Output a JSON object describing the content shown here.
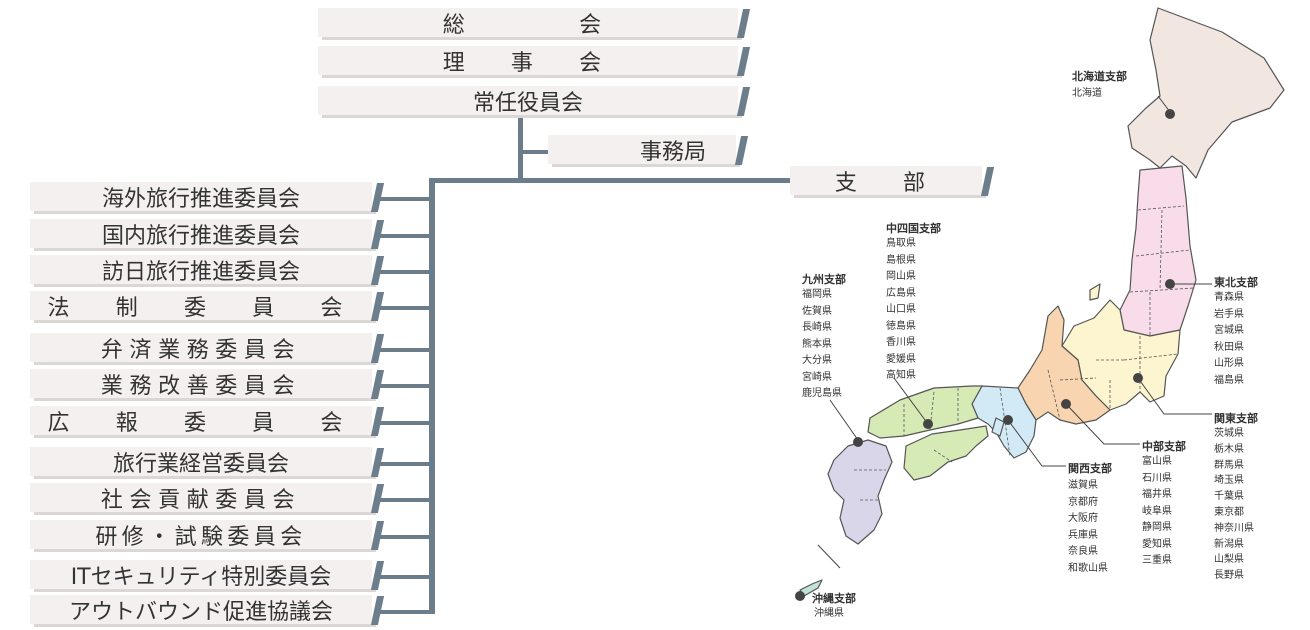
{
  "top_org": [
    {
      "label": "総　　　会"
    },
    {
      "label": "理　事　会"
    },
    {
      "label": "常任役員会"
    }
  ],
  "secretariat": {
    "label": "事務局"
  },
  "branch_header": {
    "label": "支　部"
  },
  "committees": [
    {
      "label": "海外旅行推進委員会"
    },
    {
      "label": "国内旅行推進委員会"
    },
    {
      "label": "訪日旅行推進委員会"
    },
    {
      "label": "法　制　委　員　会"
    },
    {
      "label": "弁済業務委員会"
    },
    {
      "label": "業務改善委員会"
    },
    {
      "label": "広　報　委　員　会"
    },
    {
      "label": "旅行業経営委員会"
    },
    {
      "label": "社会貢献委員会"
    },
    {
      "label": "研修・試験委員会"
    },
    {
      "label": "ITセキュリティ特別委員会"
    },
    {
      "label": "アウトバウンド促進協議会"
    }
  ],
  "branches": {
    "hokkaido": {
      "name": "北海道支部",
      "prefs": [
        "北海道"
      ]
    },
    "tohoku": {
      "name": "東北支部",
      "prefs": [
        "青森県",
        "岩手県",
        "宮城県",
        "秋田県",
        "山形県",
        "福島県"
      ]
    },
    "kanto": {
      "name": "関東支部",
      "prefs": [
        "茨城県",
        "栃木県",
        "群馬県",
        "埼玉県",
        "千葉県",
        "東京都",
        "神奈川県",
        "新潟県",
        "山梨県",
        "長野県"
      ]
    },
    "chubu": {
      "name": "中部支部",
      "prefs": [
        "富山県",
        "石川県",
        "福井県",
        "岐阜県",
        "静岡県",
        "愛知県",
        "三重県"
      ]
    },
    "kansai": {
      "name": "関西支部",
      "prefs": [
        "滋賀県",
        "京都府",
        "大阪府",
        "兵庫県",
        "奈良県",
        "和歌山県"
      ]
    },
    "chushikoku": {
      "name": "中四国支部",
      "prefs": [
        "鳥取県",
        "島根県",
        "岡山県",
        "広島県",
        "山口県",
        "徳島県",
        "香川県",
        "愛媛県",
        "高知県"
      ]
    },
    "kyushu": {
      "name": "九州支部",
      "prefs": [
        "福岡県",
        "佐賀県",
        "長崎県",
        "熊本県",
        "大分県",
        "宮崎県",
        "鹿児島県"
      ]
    },
    "okinawa": {
      "name": "沖縄支部",
      "prefs": [
        "沖縄県"
      ]
    }
  },
  "colors": {
    "line": "#6b7d8b",
    "box_fill": "#f3f0ef",
    "hokkaido": "#f2e6e1",
    "tohoku": "#f8dcea",
    "kanto": "#fdf5cf",
    "chubu": "#f8d4b0",
    "kansai": "#d2eaf6",
    "chushikoku": "#d6eab5",
    "kyushu": "#d9d6ea",
    "okinawa": "#bfe3d6"
  }
}
